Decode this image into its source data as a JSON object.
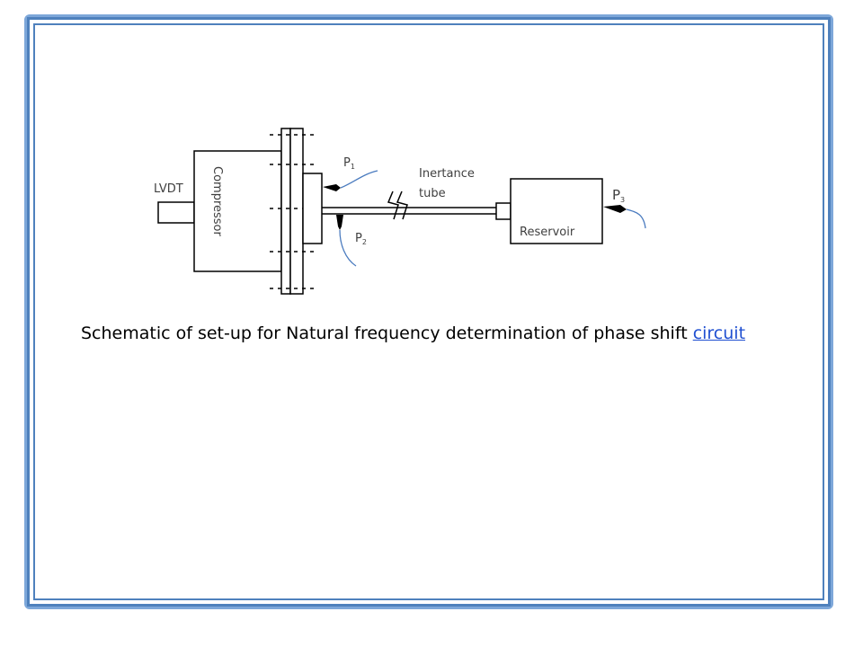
{
  "diagram": {
    "lvdt_label": "LVDT",
    "compressor_label": "Compressor",
    "p1_main": "P",
    "p1_sub": "1",
    "p2_main": "P",
    "p2_sub": "2",
    "p3_main": "P",
    "p3_sub": "3",
    "inertance_line1": "Inertance",
    "inertance_line2": "tube",
    "reservoir_label": "Reservoir",
    "sensor_wire_color": "#4a7bbf"
  },
  "caption": {
    "text": "Schematic of set-up for Natural frequency determination of phase shift ",
    "link_text": "circuit"
  },
  "theme": {
    "frame_light": "#7da7d9",
    "frame_dark": "#4f81bd",
    "link_color": "#1f4fd1"
  }
}
